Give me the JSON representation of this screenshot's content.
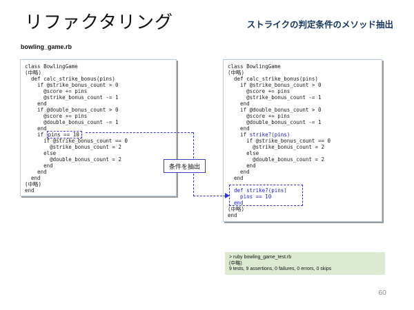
{
  "slide": {
    "title": "リファクタリング",
    "subtitle": "ストライクの判定条件のメソッド抽出",
    "file_label": "bowling_game.rb",
    "annotation_label": "条件を抽出",
    "page_number": "60"
  },
  "colors": {
    "accent_blue": "#3434cc",
    "code_blue": "#1c1ccc",
    "subtitle_navy": "#17365d",
    "terminal_green_bg": "#dcead2",
    "codebox_border": "#b7cbe3",
    "codebox_shadow": "#9a9a9a",
    "page_number_gray": "#8c8c8c"
  },
  "code_before": {
    "lines": [
      [
        {
          "t": "class BowlingGame"
        }
      ],
      [
        {
          "t": "(中略)"
        }
      ],
      [
        {
          "t": "  def calc_strike_bonus(pins)"
        }
      ],
      [
        {
          "t": "    if @strike_bonus_count > 0"
        }
      ],
      [
        {
          "t": "      @score += pins"
        }
      ],
      [
        {
          "t": "      @strike_bonus_count -= 1"
        }
      ],
      [
        {
          "t": "    end"
        }
      ],
      [
        {
          "t": "    if @double_bonus_count > 0"
        }
      ],
      [
        {
          "t": "      @score += pins"
        }
      ],
      [
        {
          "t": "      @double_bonus_count -= 1"
        }
      ],
      [
        {
          "t": "    end"
        }
      ],
      [
        {
          "t": "    if "
        },
        {
          "t": "pins == 10",
          "s": "boxed"
        }
      ],
      [
        {
          "t": "      if @strike_bonus_count == 0"
        }
      ],
      [
        {
          "t": "        @strike_bonus_count = 2"
        }
      ],
      [
        {
          "t": "      else"
        }
      ],
      [
        {
          "t": "        @double_bonus_count = 2"
        }
      ],
      [
        {
          "t": "      end"
        }
      ],
      [
        {
          "t": "    end"
        }
      ],
      [
        {
          "t": "  end"
        }
      ],
      [
        {
          "t": "(中略)"
        }
      ],
      [
        {
          "t": "end"
        }
      ]
    ]
  },
  "code_after": {
    "lines": [
      [
        {
          "t": "class BowlingGame"
        }
      ],
      [
        {
          "t": "(中略)"
        }
      ],
      [
        {
          "t": "  def calc_strike_bonus(pins)"
        }
      ],
      [
        {
          "t": "    if @strike_bonus_count > 0"
        }
      ],
      [
        {
          "t": "      @score += pins"
        }
      ],
      [
        {
          "t": "      @strike_bonus_count -= 1"
        }
      ],
      [
        {
          "t": "    end"
        }
      ],
      [
        {
          "t": "    if @double_bonus_count > 0"
        }
      ],
      [
        {
          "t": "      @score += pins"
        }
      ],
      [
        {
          "t": "      @double_bonus_count -= 1"
        }
      ],
      [
        {
          "t": "    end"
        }
      ],
      [
        {
          "t": "    if "
        },
        {
          "t": "strike?(pins)",
          "s": "blue"
        }
      ],
      [
        {
          "t": "      if @strike_bonus_count == 0"
        }
      ],
      [
        {
          "t": "        @strike_bonus_count = 2"
        }
      ],
      [
        {
          "t": "      else"
        }
      ],
      [
        {
          "t": "        @double_bonus_count = 2"
        }
      ],
      [
        {
          "t": "      end"
        }
      ],
      [
        {
          "t": "    end"
        }
      ],
      [
        {
          "t": "  end"
        }
      ],
      [],
      [
        {
          "t": "  def strike?(pins)",
          "s": "blue"
        }
      ],
      [
        {
          "t": "    pins == 10",
          "s": "blue"
        }
      ],
      [
        {
          "t": "  end",
          "s": "blue"
        }
      ],
      [
        {
          "t": "(中略)"
        }
      ],
      [
        {
          "t": "end"
        }
      ]
    ]
  },
  "terminal": {
    "lines": [
      "> ruby bowling_game_test.rb",
      "(中略)",
      "9 tests, 9 assertions, 0 failures, 0 errors, 0 skips"
    ]
  }
}
